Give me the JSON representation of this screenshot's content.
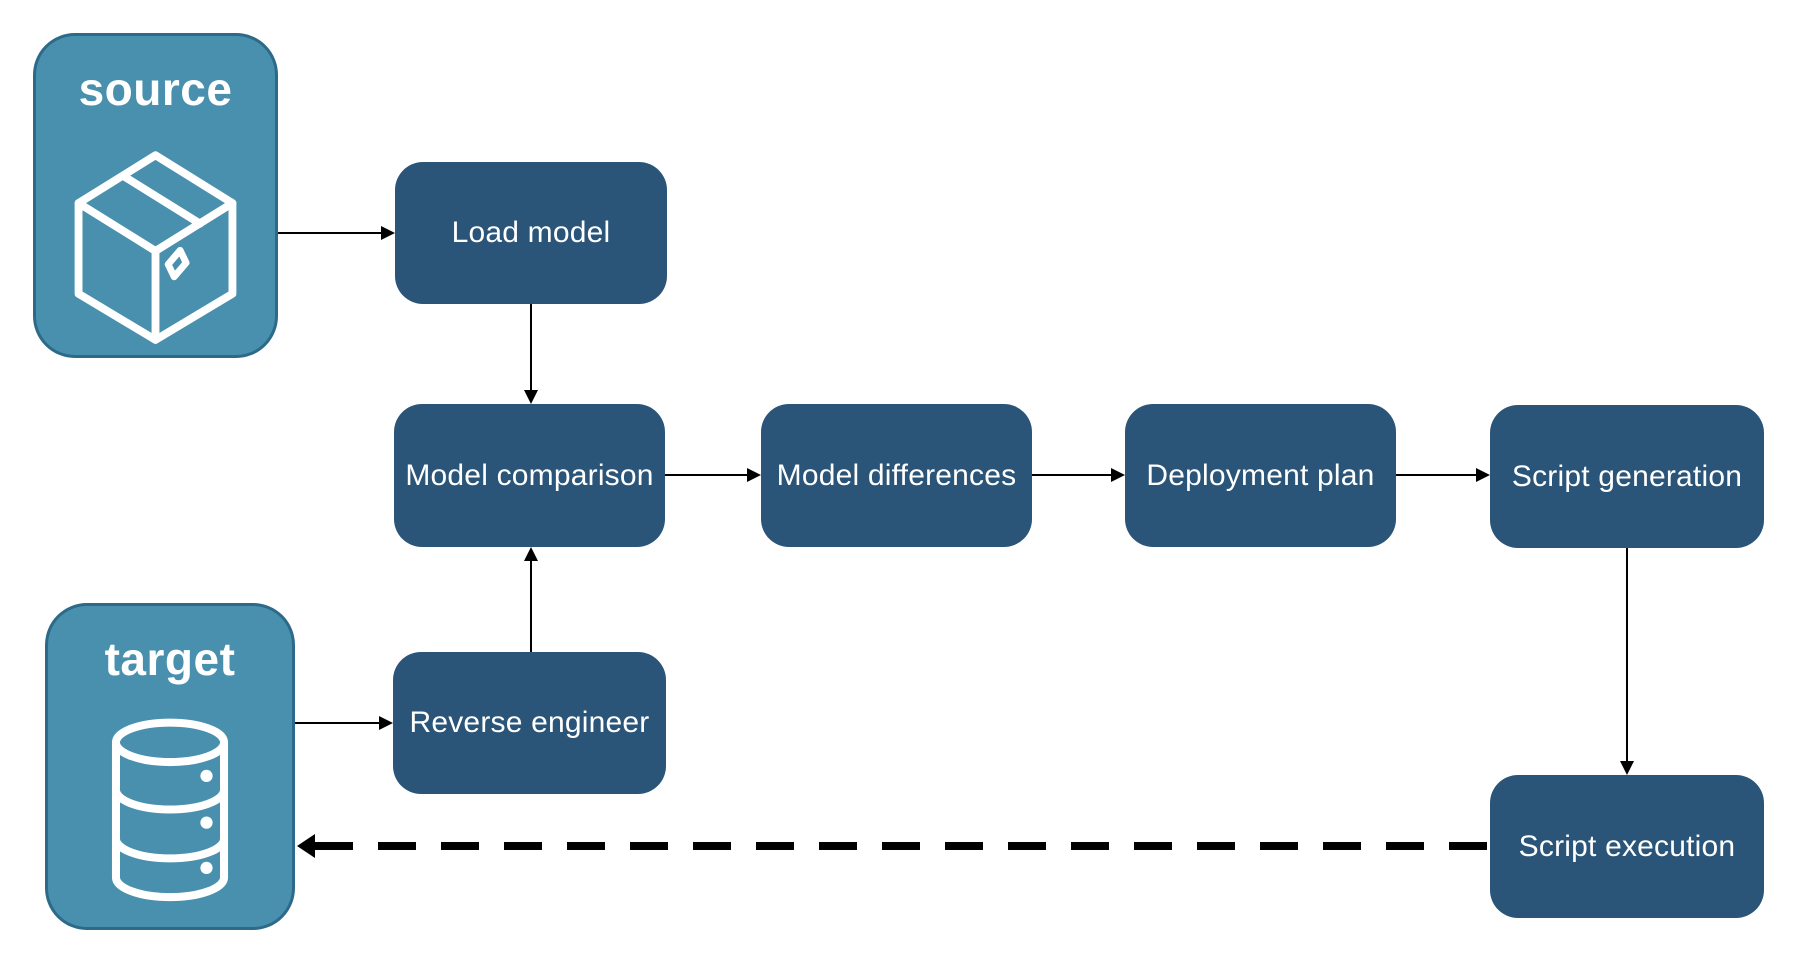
{
  "diagram": {
    "colors": {
      "background": "#FFFFFF",
      "node_fill": "#2A5578",
      "endpoint_fill": "#4890AD",
      "endpoint_border": "#2D6A89",
      "arrow": "#000000",
      "text": "#FFFFFF"
    },
    "endpoints": [
      {
        "id": "source",
        "label": "source",
        "icon": "package-icon"
      },
      {
        "id": "target",
        "label": "target",
        "icon": "database-icon"
      }
    ],
    "nodes": [
      {
        "id": "load-model",
        "label": "Load model"
      },
      {
        "id": "model-comparison",
        "label": "Model comparison"
      },
      {
        "id": "model-differences",
        "label": "Model differences"
      },
      {
        "id": "deployment-plan",
        "label": "Deployment plan"
      },
      {
        "id": "script-generation",
        "label": "Script generation"
      },
      {
        "id": "reverse-engineer",
        "label": "Reverse engineer"
      },
      {
        "id": "script-execution",
        "label": "Script execution"
      }
    ],
    "edges": [
      {
        "from": "source",
        "to": "load-model",
        "style": "solid"
      },
      {
        "from": "load-model",
        "to": "model-comparison",
        "style": "solid"
      },
      {
        "from": "model-comparison",
        "to": "model-differences",
        "style": "solid"
      },
      {
        "from": "model-differences",
        "to": "deployment-plan",
        "style": "solid"
      },
      {
        "from": "deployment-plan",
        "to": "script-generation",
        "style": "solid"
      },
      {
        "from": "target",
        "to": "reverse-engineer",
        "style": "solid"
      },
      {
        "from": "reverse-engineer",
        "to": "model-comparison",
        "style": "solid"
      },
      {
        "from": "script-generation",
        "to": "script-execution",
        "style": "solid"
      },
      {
        "from": "script-execution",
        "to": "target",
        "style": "dashed"
      }
    ]
  }
}
